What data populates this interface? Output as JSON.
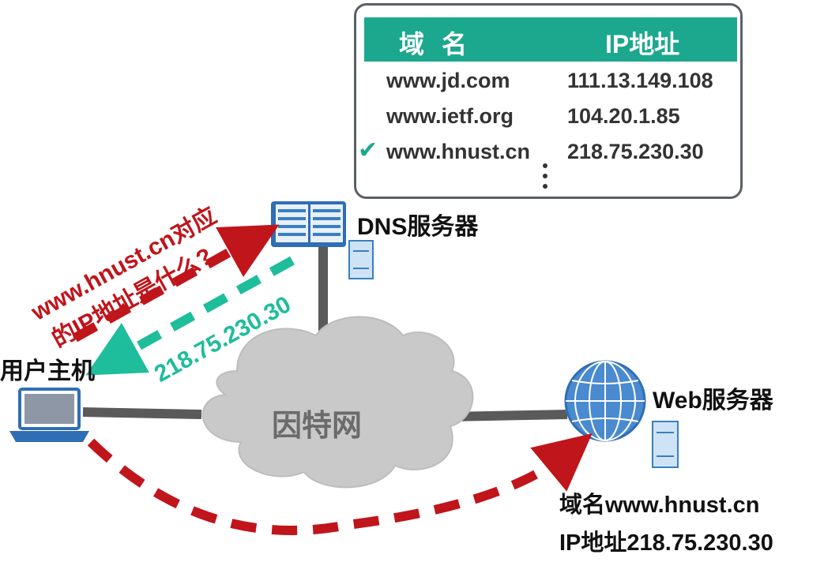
{
  "dns_table": {
    "header_domain": "域名",
    "header_ip": "IP地址",
    "rows": [
      {
        "domain": "www.jd.com",
        "ip": "111.13.149.108",
        "checked": false
      },
      {
        "domain": "www.ietf.org",
        "ip": "104.20.1.85",
        "checked": false
      },
      {
        "domain": "www.hnust.cn",
        "ip": "218.75.230.30",
        "checked": true
      }
    ]
  },
  "nodes": {
    "dns_server": "DNS服务器",
    "user_host": "用户主机",
    "internet": "因特网",
    "web_server": "Web服务器"
  },
  "query": {
    "line1": "www.hnust.cn对应",
    "line2": "的IP地址是什么?"
  },
  "answer": "218.75.230.30",
  "web_info": {
    "domain_line": "域名www.hnust.cn",
    "ip_line": "IP地址218.75.230.30"
  },
  "colors": {
    "accent_green": "#1ba88e",
    "answer_green": "#1ebd9b",
    "query_red": "#c0151b",
    "device_blue": "#3a7fc1",
    "cloud_grey": "#c9c9c9"
  }
}
